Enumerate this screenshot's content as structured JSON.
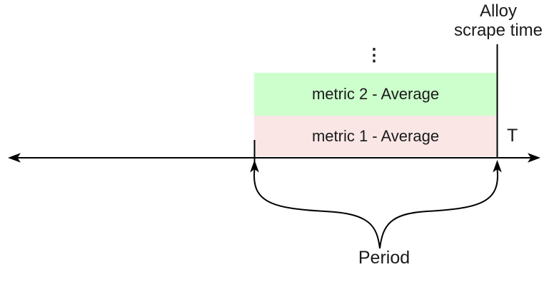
{
  "diagram": {
    "title": "Alloy\nscrape time",
    "axis": {
      "t_label": "T"
    },
    "ellipsis": "⋮",
    "bars": [
      {
        "label": "metric 2 - Average",
        "fill": "#ccffcc"
      },
      {
        "label": "metric 1 - Average",
        "fill": "#fbe6e6"
      }
    ],
    "period": {
      "label": "Period"
    },
    "colors": {
      "line": "#000000",
      "text": "#1a1a1a",
      "metric2_fill": "#ccffcc",
      "metric1_fill": "#fbe6e6"
    }
  }
}
